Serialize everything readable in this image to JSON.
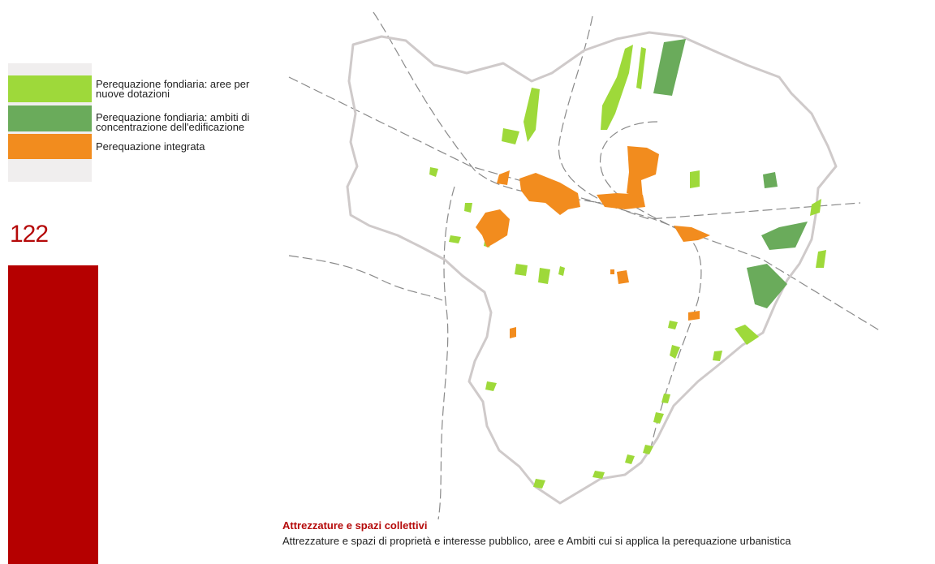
{
  "legend": {
    "items": [
      {
        "label": "Perequazione fondiaria: aree per\nnuove dotazioni",
        "color": "#9ed93a"
      },
      {
        "label": "Perequazione fondiaria: ambiti di\nconcentrazione dell'edificazione",
        "color": "#6aab5b"
      },
      {
        "label": "Perequazione integrata",
        "color": "#f28c1e"
      }
    ]
  },
  "page_number": "122",
  "caption": {
    "title": "Attrezzature e spazi collettivi",
    "text": "Attrezzature e spazi di proprietà e interesse pubblico, aree e Ambiti cui si applica la perequazione urbanistica"
  },
  "colors": {
    "accent_red": "#b50000",
    "boundary": "#cfcaca",
    "light_green": "#9ed93a",
    "dark_green": "#6aab5b",
    "orange": "#f28c1e"
  }
}
